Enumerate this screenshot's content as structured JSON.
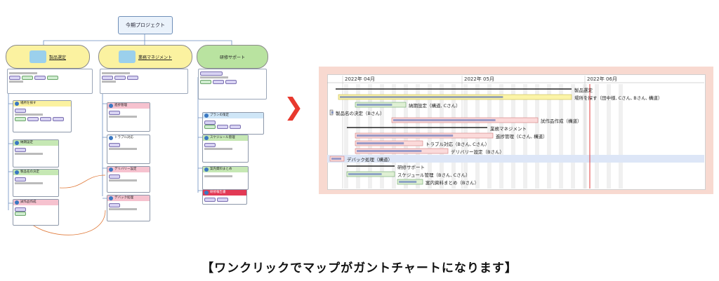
{
  "mindmap": {
    "root_title": "今期プロジェクト",
    "branches": [
      {
        "title": "製品選定",
        "color": "#fbf2a0"
      },
      {
        "title": "業務マネジメント",
        "color": "#fbf2a0"
      },
      {
        "title": "研修サポート",
        "color": "#b9e3a0"
      }
    ],
    "tasks": [
      {
        "title": "場所を探す",
        "header_color": "#fbf2a0"
      },
      {
        "title": "納期設定",
        "header_color": "#c6e8b4"
      },
      {
        "title": "製品名の決定",
        "header_color": "#c6e8b4"
      },
      {
        "title": "試作品作成",
        "header_color": "#f6c2cf"
      },
      {
        "title": "進捗管理",
        "header_color": "#f6c2cf"
      },
      {
        "title": "トラブル対応",
        "header_color": "#ffffff"
      },
      {
        "title": "デリバリー設定",
        "header_color": "#f6c2cf"
      },
      {
        "title": "デバック処理",
        "header_color": "#f6c2cf"
      },
      {
        "title": "プランの策定",
        "header_color": "#cfe6f7"
      },
      {
        "title": "スケジュール管理",
        "header_color": "#c6e8b4"
      },
      {
        "title": "案内資料まとめ",
        "header_color": "#c6e8b4"
      },
      {
        "title": "研修報告書",
        "header_color": "#e23a55"
      }
    ]
  },
  "gantt": {
    "months": [
      "2022年 04月",
      "2022年 05月",
      "2022年 06月"
    ],
    "rows": [
      {
        "label": "製品選定",
        "type": "summary",
        "start": 0.02,
        "end": 0.86
      },
      {
        "label": "場所を探す（田中様, Cさん, Bさん, 構道）",
        "type": "yellow",
        "start": 0.03,
        "end": 0.86
      },
      {
        "label": "納期設定（構道, Cさん）",
        "type": "green",
        "start": 0.09,
        "end": 0.27
      },
      {
        "label": "製品名の決定（Bさん）",
        "type": "milestone",
        "start": 0.0,
        "end": 0.01
      },
      {
        "label": "試作品作成（構道）",
        "type": "pink",
        "start": 0.22,
        "end": 0.74
      },
      {
        "label": "業務マネジメント",
        "type": "summary",
        "start": 0.06,
        "end": 0.56
      },
      {
        "label": "進捗管理（Cさん, 構道）",
        "type": "pink",
        "start": 0.09,
        "end": 0.58
      },
      {
        "label": "トラブル対応（Bさん, Cさん）",
        "type": "pink",
        "start": 0.09,
        "end": 0.33
      },
      {
        "label": "デリバリー設定（Bさん）",
        "type": "pink",
        "start": 0.09,
        "end": 0.42
      },
      {
        "label": "デバック処理（構道）",
        "type": "pink",
        "start": 0.0,
        "end": 0.05
      },
      {
        "label": "研修サポート",
        "type": "summary",
        "start": 0.06,
        "end": 0.23
      },
      {
        "label": "スケジュール管理（Bさん, Cさん）",
        "type": "green",
        "start": 0.06,
        "end": 0.23
      },
      {
        "label": "案内資料まとめ（Bさん）",
        "type": "green",
        "start": 0.24,
        "end": 0.33
      }
    ]
  },
  "caption": "【ワンクリックでマップがガントチャートになります】",
  "colors": {
    "accent": "#e8392e",
    "gantt_frame": "#f8d9d0",
    "today_line": "#e03b3b"
  }
}
